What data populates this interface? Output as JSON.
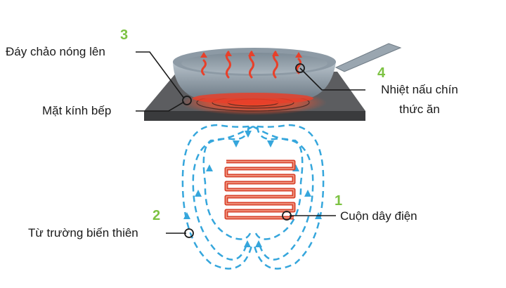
{
  "labels": {
    "pan_bottom": "Đáy chảo nóng lên",
    "glass_top": "Mặt kính bếp",
    "magnetic_field": "Từ trường biến thiên",
    "cook_heat_line1": "Nhiệt nấu chín",
    "cook_heat_line2": "thức ăn",
    "coil": "Cuộn dây điện"
  },
  "step_numbers": {
    "coil": "1",
    "magnetic_field": "2",
    "pan_bottom": "3",
    "cook_heat": "4"
  },
  "colors": {
    "step_number": "#7cc242",
    "field_lines": "#35a6dc",
    "coil": "#d8412b",
    "heat": "#e8402a",
    "cooktop": "#4a4b4d",
    "pan": "#8c9aa6"
  }
}
